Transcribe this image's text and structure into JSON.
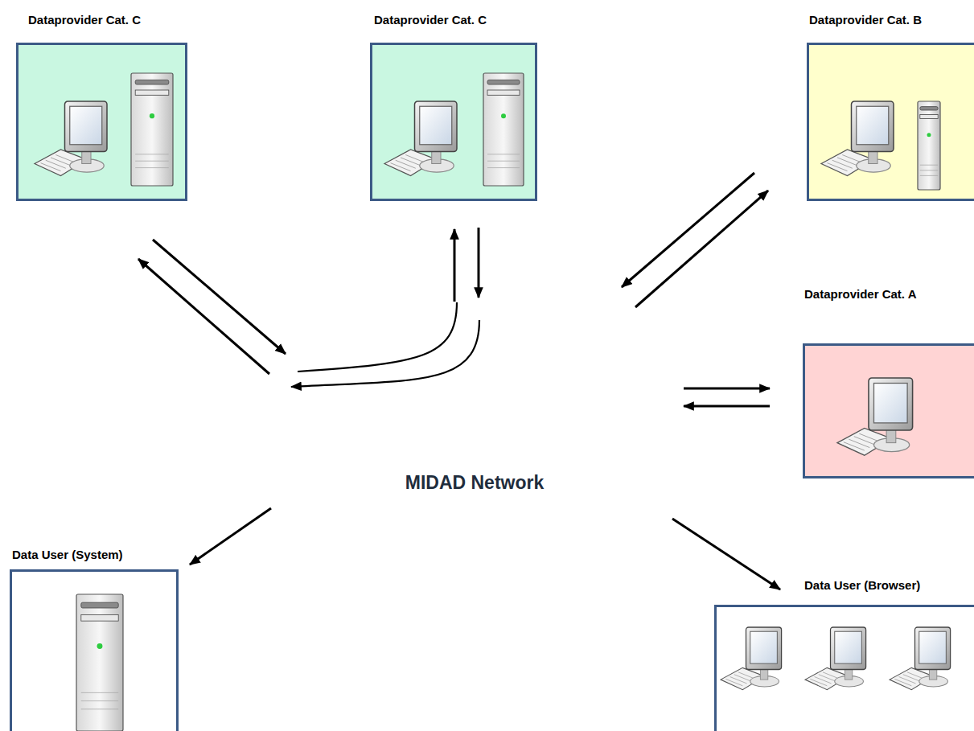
{
  "diagram": {
    "nodes": [
      {
        "text": [
          "Dataprovider Cat. C"
        ]
      },
      {
        "text": [
          "Dataprovider Cat. C"
        ]
      },
      {
        "text": [
          "Dataprovider Cat. B"
        ]
      },
      {
        "text": [
          "Dataprovider Cat. A"
        ]
      },
      {
        "text": [
          "MIDAD Network"
        ]
      },
      {
        "text": [
          "Data User (System)"
        ]
      },
      {
        "text": [
          "Data User (Browser)"
        ]
      }
    ],
    "edges": [
      {
        "from": 0,
        "to": 4,
        "arrow": "to"
      },
      {
        "from": 4,
        "to": 0,
        "arrow": "to"
      },
      {
        "from": 4,
        "to": 1,
        "arrow": "to"
      },
      {
        "from": 1,
        "to": 4,
        "arrow": "to"
      },
      {
        "from": 1,
        "to": 0,
        "arrow": "to"
      },
      {
        "from": 0,
        "to": 1,
        "arrow": "none"
      },
      {
        "from": 2,
        "to": 4,
        "arrow": "to"
      },
      {
        "from": 4,
        "to": 2,
        "arrow": "to"
      },
      {
        "from": 4,
        "to": 3,
        "arrow": "to"
      },
      {
        "from": 3,
        "to": 4,
        "arrow": "to"
      },
      {
        "from": 4,
        "to": 5,
        "arrow": "to"
      },
      {
        "from": 4,
        "to": 6,
        "arrow": "to"
      }
    ]
  }
}
